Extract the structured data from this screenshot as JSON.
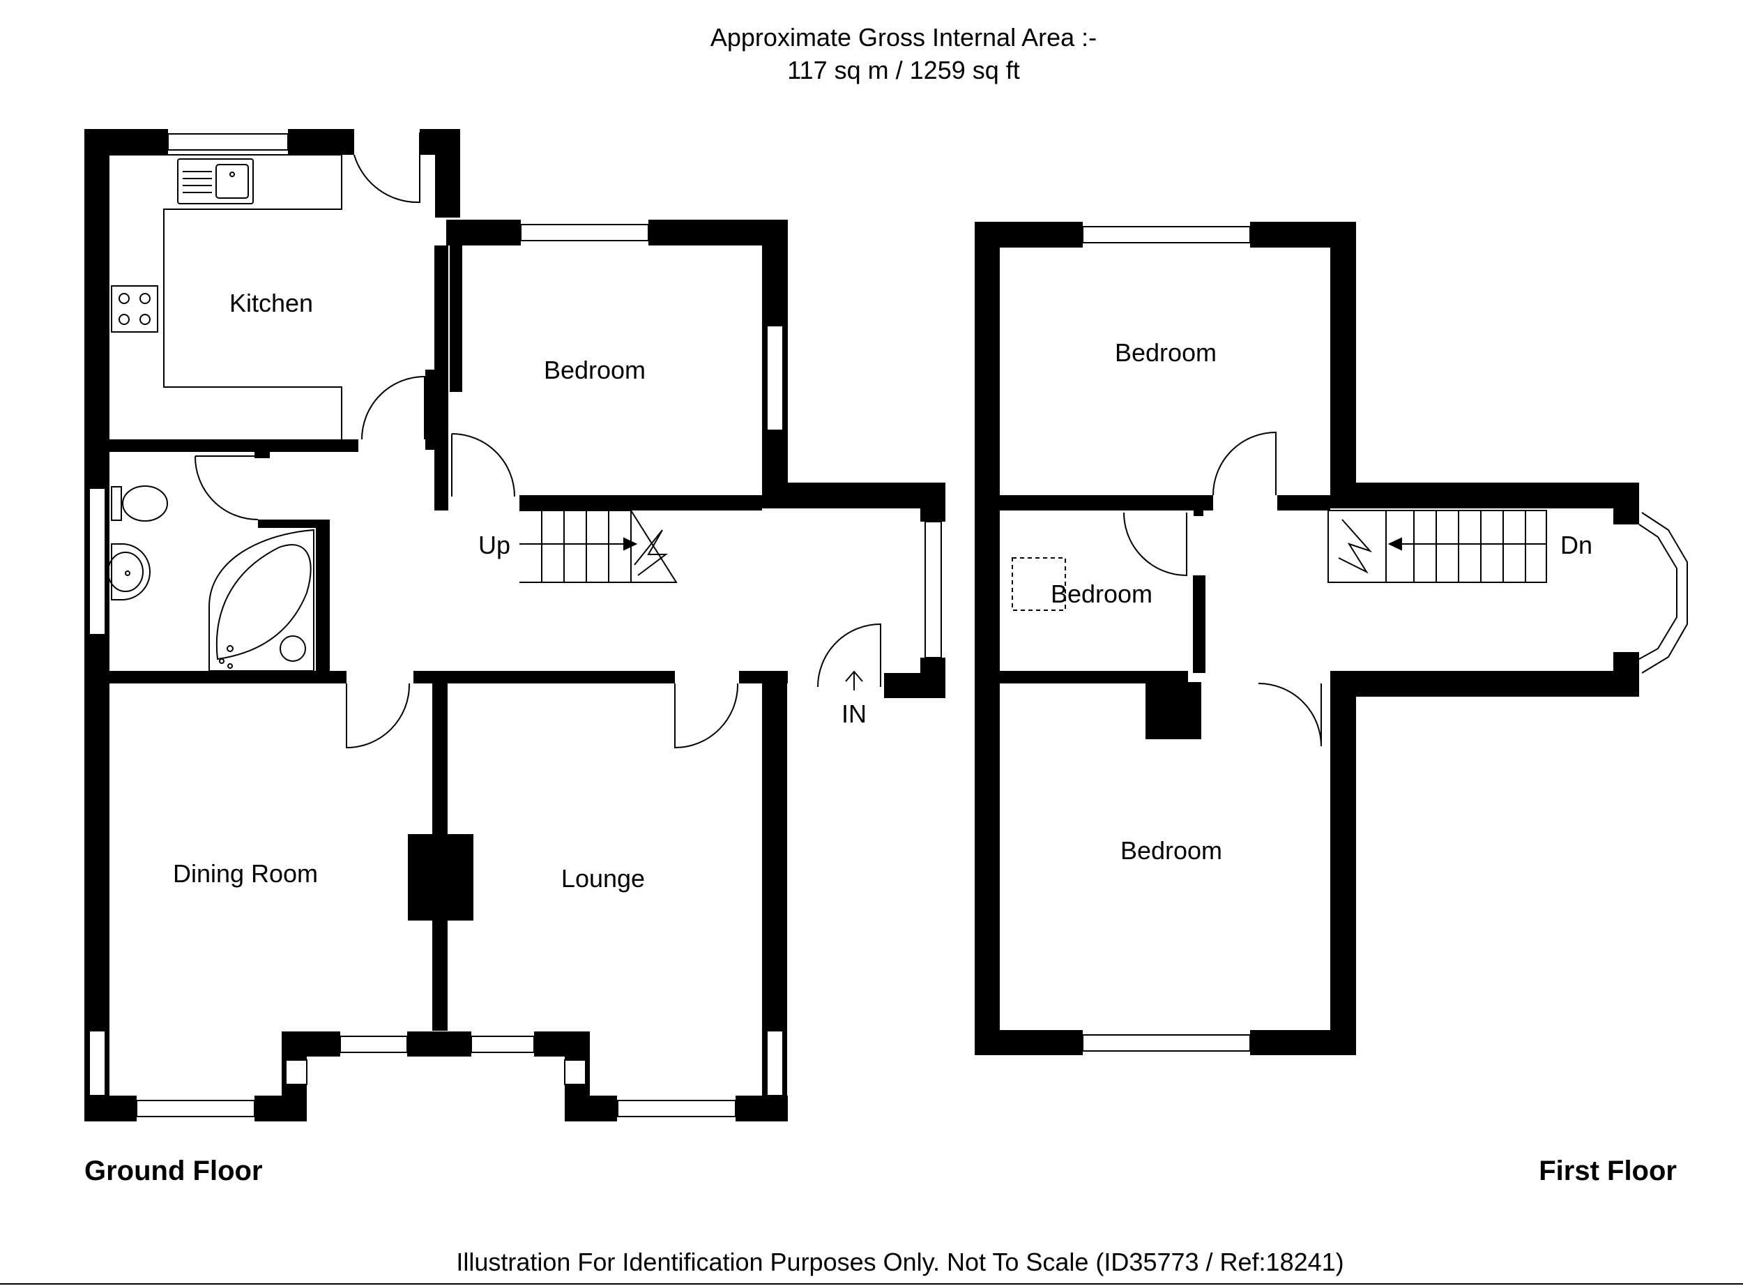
{
  "header": {
    "line1": "Approximate Gross Internal Area :-",
    "line2": "117 sq m /  1259  sq ft"
  },
  "ground_floor": {
    "title": "Ground Floor",
    "rooms": {
      "kitchen": "Kitchen",
      "bedroom": "Bedroom",
      "dining": "Dining Room",
      "lounge": "Lounge"
    },
    "stairs": "Up",
    "entrance": "IN"
  },
  "first_floor": {
    "title": "First Floor",
    "rooms": {
      "bedroom_top": "Bedroom",
      "bedroom_small": "Bedroom",
      "bedroom_bottom": "Bedroom"
    },
    "stairs": "Dn"
  },
  "footer": {
    "disclaimer": "Illustration For Identification Purposes Only. Not To Scale (ID35773 / Ref:18241)"
  },
  "colors": {
    "wall": "#000000",
    "background": "#ffffff",
    "fixture": "#666666"
  }
}
